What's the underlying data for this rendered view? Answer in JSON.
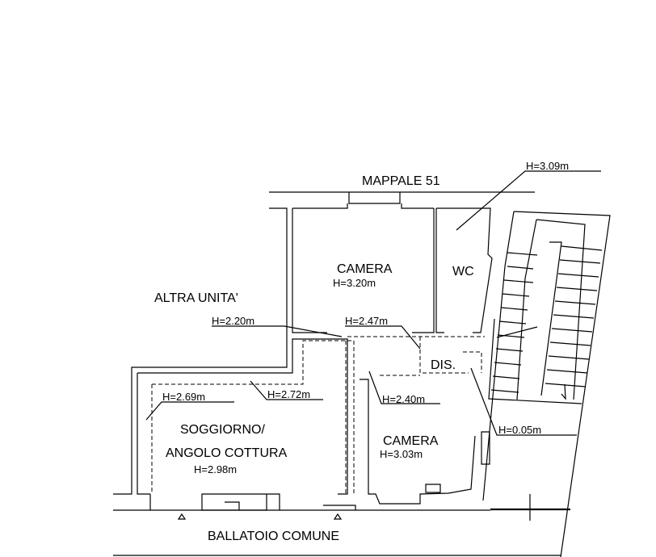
{
  "labels": {
    "mappale": "MAPPALE 51",
    "altra_unita": "ALTRA UNITA'",
    "camera_top": "CAMERA",
    "wc": "WC",
    "dis": "DIS.",
    "soggiorno_1": "SOGGIORNO/",
    "soggiorno_2": "ANGOLO COTTURA",
    "camera_bottom": "CAMERA",
    "ballatoio": "BALLATOIO COMUNE"
  },
  "heights": {
    "wc": "H=3.09m",
    "camera_top": "H=3.20m",
    "h220": "H=2.20m",
    "h247": "H=2.47m",
    "h269": "H=2.69m",
    "h272": "H=2.72m",
    "h240": "H=2.40m",
    "soggiorno": "H=2.98m",
    "camera_bottom": "H=3.03m",
    "h005": "H=0.05m"
  }
}
